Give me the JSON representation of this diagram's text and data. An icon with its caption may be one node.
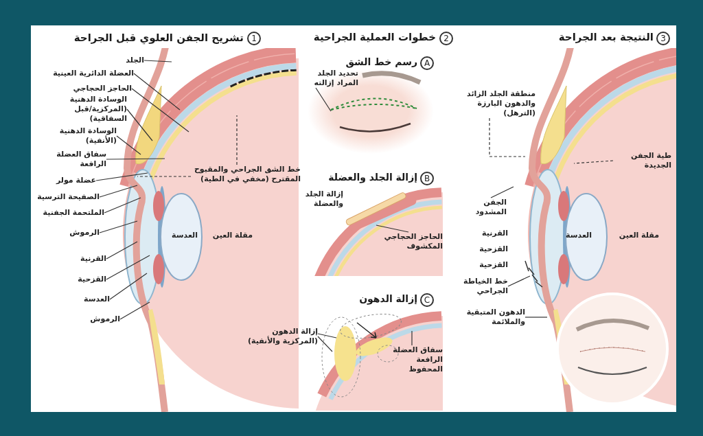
{
  "diagram": {
    "nodes": [
      {
        "text": [
          "الجلد"
        ]
      },
      {
        "text": [
          "العضلة الدائرية العينية"
        ]
      },
      {
        "text": [
          "الحاجز الحجاجي"
        ]
      },
      {
        "text": [
          "الوسادة الدهنية (المركزية/قبل السفاقية)"
        ]
      },
      {
        "text": [
          "الوسادة الدهنية (الأنفية)"
        ]
      },
      {
        "text": [
          "سفاق العضلة الرافعة"
        ]
      },
      {
        "text": [
          "عضلة مولر"
        ]
      },
      {
        "text": [
          "الصفيحة الترسية"
        ]
      },
      {
        "text": [
          "الملتحمة الجفنية"
        ]
      },
      {
        "text": [
          "الرموش"
        ]
      },
      {
        "text": [
          "القرنية"
        ]
      },
      {
        "text": [
          "القزحية"
        ]
      },
      {
        "text": [
          "العدسة"
        ]
      },
      {
        "text": [
          "الرموش"
        ]
      },
      {
        "text": [
          "خط الشق الجراحي والمقبوح المقترح (مخفي في الطية)"
        ]
      },
      {
        "text": [
          "تحديد الجلد المراد إزالته"
        ]
      },
      {
        "text": [
          "الحاجز الحجاجي المكشوف"
        ]
      },
      {
        "text": [
          "إزالة الدهون (المركزية والأنفية)"
        ]
      },
      {
        "text": [
          "سفاق العضلة الرافعة المحفوظ"
        ]
      },
      {
        "text": [
          "منطقة الجلد الزائد والدهون البارزة (الترهل)"
        ]
      },
      {
        "text": [
          "طية الجفن الجديدة"
        ]
      },
      {
        "text": [
          "الجفن المشدود"
        ]
      },
      {
        "text": [
          "خط الخياطة الجراحي"
        ]
      },
      {
        "text": [
          "الدهون المتبقية والملائمة"
        ]
      }
    ],
    "edges": [
      {
        "from": 0,
        "to": null,
        "arrow": "none"
      },
      {
        "from": 1,
        "to": null,
        "arrow": "none"
      },
      {
        "from": 2,
        "to": null,
        "arrow": "none"
      },
      {
        "from": 3,
        "to": null,
        "arrow": "none"
      },
      {
        "from": 4,
        "to": null,
        "arrow": "none"
      },
      {
        "from": 5,
        "to": null,
        "arrow": "none"
      },
      {
        "from": 6,
        "to": null,
        "arrow": "none"
      },
      {
        "from": 7,
        "to": null,
        "arrow": "none"
      },
      {
        "from": 8,
        "to": null,
        "arrow": "none"
      },
      {
        "from": 9,
        "to": null,
        "arrow": "none"
      },
      {
        "from": 10,
        "to": null,
        "arrow": "none"
      },
      {
        "from": 11,
        "to": null,
        "arrow": "none"
      },
      {
        "from": 12,
        "to": null,
        "arrow": "none"
      },
      {
        "from": 13,
        "to": null,
        "arrow": "none"
      },
      {
        "from": 14,
        "to": null,
        "arrow": "none",
        "style": "dashed"
      },
      {
        "from": 14,
        "to": null,
        "arrow": "none",
        "style": "dashed"
      },
      {
        "from": 15,
        "to": null,
        "arrow": "none"
      },
      {
        "from": 16,
        "to": null,
        "arrow": "none"
      },
      {
        "from": 17,
        "to": null,
        "arrow": "none"
      },
      {
        "from": 17,
        "to": null,
        "arrow": "none"
      },
      {
        "from": 18,
        "to": null,
        "arrow": "none"
      },
      {
        "from": 19,
        "to": null,
        "arrow": "none",
        "style": "dashed"
      },
      {
        "from": 20,
        "to": null,
        "arrow": "none",
        "style": "dashed"
      },
      {
        "from": 21,
        "to": null,
        "arrow": "none"
      },
      {
        "from": 22,
        "to": null,
        "arrow": "none"
      },
      {
        "from": 23,
        "to": null,
        "arrow": "none"
      }
    ],
    "labels": [
      "1",
      "تشريح الجفن العلوي قبل الجراحة",
      "2",
      "خطوات العملية الجراحية",
      "3",
      "النتيجة بعد الجراحة",
      "A",
      "رسم خط الشق",
      "B",
      "إزالة الجلد والعضلة",
      "إزالة الجلد والعضلة",
      "C",
      "إزالة الدهون",
      "العدسة",
      "مقلة العين",
      "القرنية",
      "العدسة",
      "مقلة العين",
      "القزحية",
      "القزحية"
    ]
  }
}
